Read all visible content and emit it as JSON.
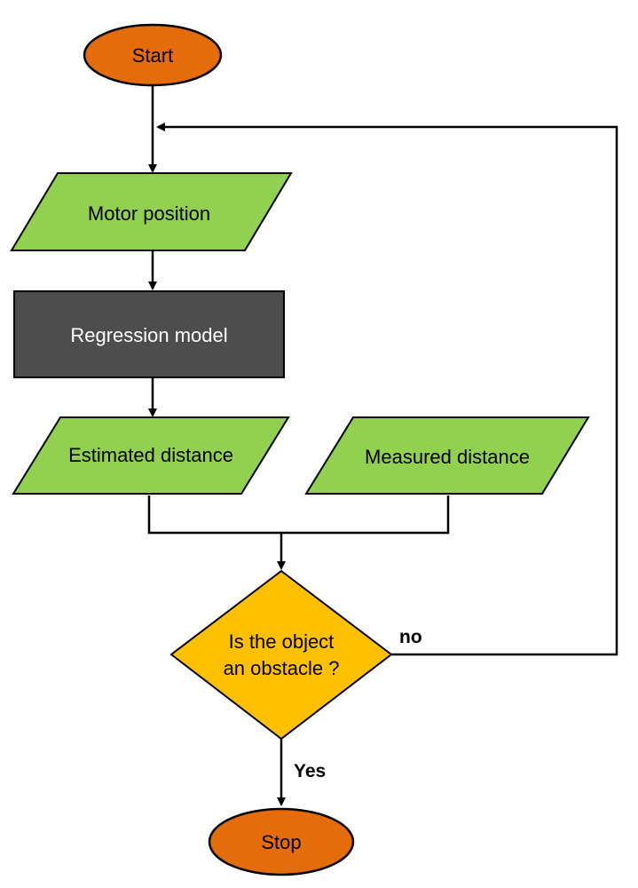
{
  "nodes": {
    "start": {
      "label": "Start"
    },
    "motor_position": {
      "label": "Motor position"
    },
    "regression_model": {
      "label": "Regression model"
    },
    "estimated_distance": {
      "label": "Estimated distance"
    },
    "measured_distance": {
      "label": "Measured distance"
    },
    "decision": {
      "line1": "Is the object",
      "line2": "an obstacle ?"
    },
    "stop": {
      "label": "Stop"
    }
  },
  "edges": {
    "no_label": "no",
    "yes_label": "Yes"
  },
  "colors": {
    "terminal": "#e46c0a",
    "io": "#92d050",
    "process": "#4d4d4d",
    "decision": "#ffc000",
    "stroke": "#000000"
  }
}
